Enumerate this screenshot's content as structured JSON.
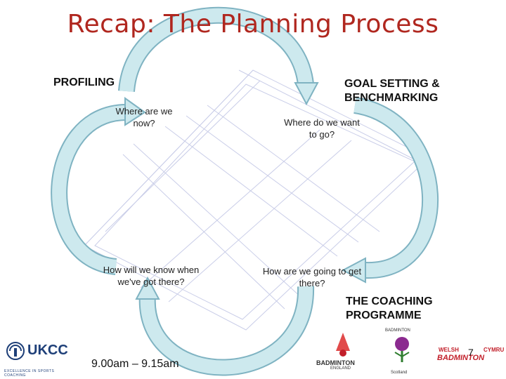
{
  "slide": {
    "title": "Recap: The Planning Process",
    "page_number": "7",
    "colors": {
      "title": "#b0271f",
      "arrow_fill": "#cde9ee",
      "arrow_stroke": "#7fb3c2",
      "court_lines": "#c9cde8"
    }
  },
  "stages": {
    "profiling": {
      "heading": "PROFILING",
      "question": "Where are we now?"
    },
    "goal_setting": {
      "heading": "GOAL SETTING & BENCHMARKING",
      "question": "Where do we want to go?"
    },
    "coaching_programme": {
      "heading": "THE COACHING PROGRAMME",
      "question": "How are we going to get there?"
    },
    "evaluation": {
      "question": "How will we know when we've got there?"
    }
  },
  "footer": {
    "time": "9.00am – 9.15am",
    "logos": {
      "ukcc": {
        "name": "UKCC",
        "tagline": "EXCELLENCE IN SPORTS COACHING"
      },
      "badminton_england": {
        "name": "BADMINTON",
        "sub": "ENGLAND"
      },
      "badminton_scotland": {
        "name": "BADMINTON",
        "sub": "Scotland"
      },
      "badminton_wales": {
        "name1": "WELSH",
        "name2": "BADMINTON",
        "name3": "CYMRU"
      }
    }
  }
}
